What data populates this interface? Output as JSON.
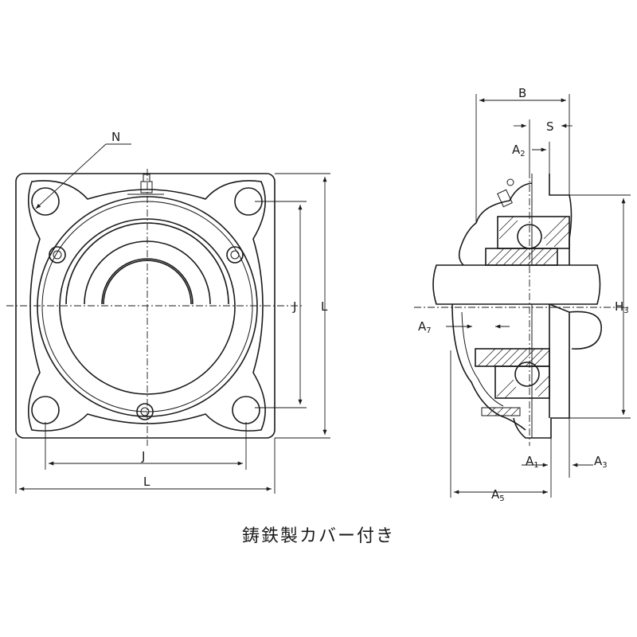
{
  "front_view": {
    "label_n": "N",
    "label_j_vertical": "J",
    "label_l_vertical": "L",
    "label_j_horizontal": "J",
    "label_l_horizontal": "L"
  },
  "side_view": {
    "label_b": "B",
    "label_s": "S",
    "label_a2": {
      "base": "A",
      "sub": "2"
    },
    "label_h3": {
      "base": "H",
      "sub": "3"
    },
    "label_a7_left": {
      "base": "A",
      "sub": "7"
    },
    "label_a1": {
      "base": "A",
      "sub": "1"
    },
    "label_a3": {
      "base": "A",
      "sub": "3"
    },
    "label_a5": {
      "base": "A",
      "sub": "5"
    }
  },
  "caption": "鋳鉄製カバー付き"
}
